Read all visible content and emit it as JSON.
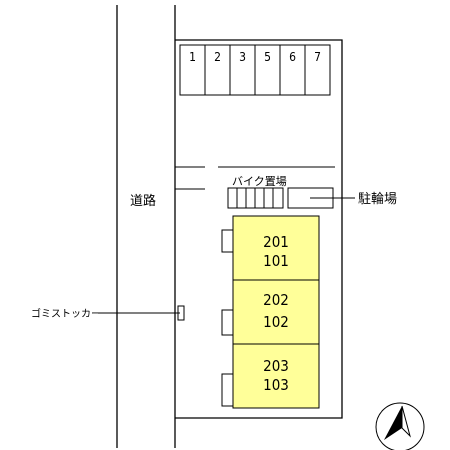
{
  "road": {
    "label": "道路"
  },
  "parking": {
    "numbers": [
      "1",
      "2",
      "3",
      "5",
      "6",
      "7"
    ]
  },
  "bike_parking": {
    "label": "バイク置場"
  },
  "bicycle_parking": {
    "label": "駐輪場"
  },
  "garbage_stocker": {
    "label": "ゴミストッカー"
  },
  "units": [
    {
      "upper": "201",
      "lower": "101"
    },
    {
      "upper": "202",
      "lower": "102"
    },
    {
      "upper": "203",
      "lower": "103"
    }
  ],
  "colors": {
    "unit_fill": "#ffff99",
    "line": "#000000"
  },
  "compass": {
    "icon": "north-arrow-icon"
  }
}
